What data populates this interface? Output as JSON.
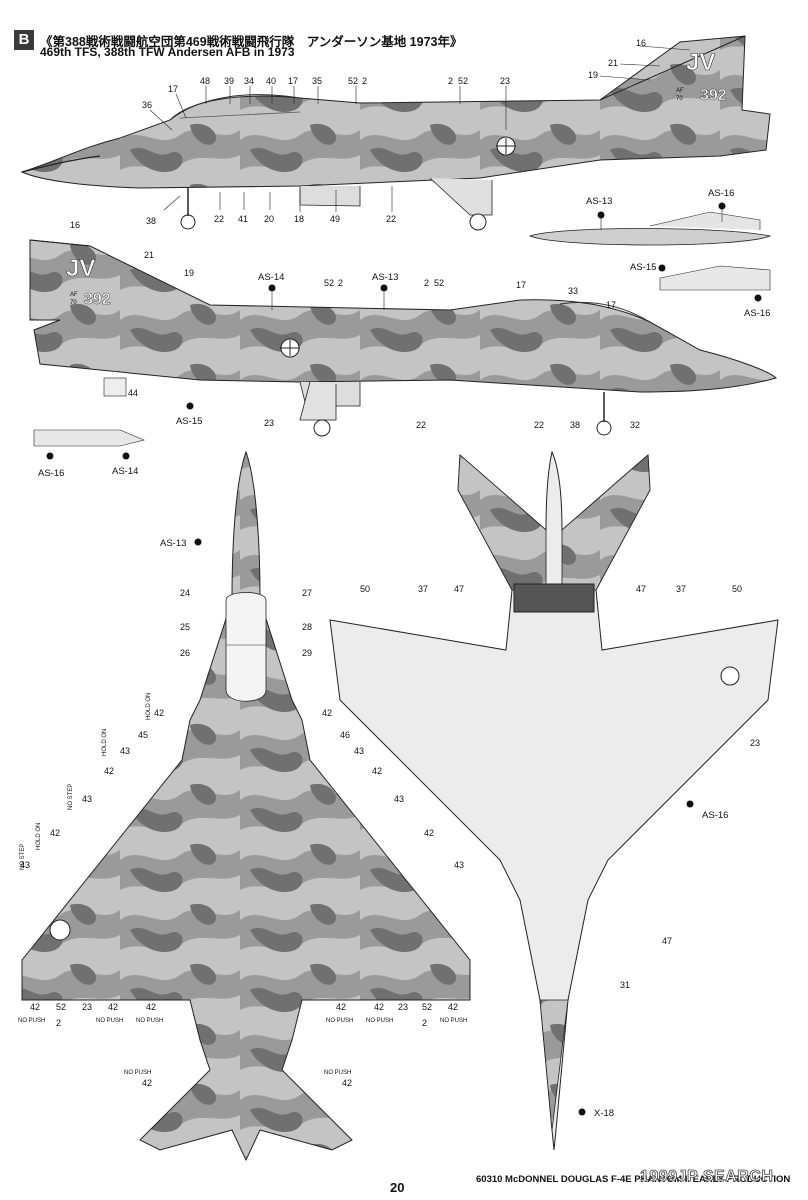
{
  "header": {
    "badge": "B",
    "title_jp": "《第388戦術戦闘航空団第469戦術戦闘飛行隊　アンダーソン基地 1973年》",
    "title_en": "469th TFS, 388th TFW  Andersen AFB in 1973"
  },
  "markings": {
    "tail_code": "JV",
    "serial": "392",
    "tail_af": "AF",
    "tail_year": "70"
  },
  "callouts": {
    "c2": "2",
    "c16": "16",
    "c17": "17",
    "c18": "18",
    "c19": "19",
    "c20": "20",
    "c21": "21",
    "c22": "22",
    "c23": "23",
    "c24": "24",
    "c25": "25",
    "c26": "26",
    "c27": "27",
    "c28": "28",
    "c29": "29",
    "c31": "31",
    "c32": "32",
    "c33": "33",
    "c34": "34",
    "c35": "35",
    "c36": "36",
    "c37": "37",
    "c38": "38",
    "c39": "39",
    "c40": "40",
    "c41": "41",
    "c42": "42",
    "c43": "43",
    "c44": "44",
    "c45": "45",
    "c46": "46",
    "c47": "47",
    "c48": "48",
    "c49": "49",
    "c50": "50",
    "c52": "52"
  },
  "stores": {
    "as13": "AS-13",
    "as14": "AS-14",
    "as15": "AS-15",
    "as16": "AS-16",
    "x18": "X-18"
  },
  "stencils": {
    "no_push": "NO PUSH",
    "no_step": "NO STEP",
    "hold_on": "HOLD ON"
  },
  "footer": {
    "page_number": "20",
    "product_line": "60310  McDONNEL DOUGLAS F-4E PHANTOM II EARLY PRODUCTION"
  },
  "watermark": "1999JP SEARCH",
  "colors": {
    "camo_light": "#c9c9c9",
    "camo_mid": "#9e9e9e",
    "camo_dark": "#6e6e6e",
    "underside": "#ececec",
    "outline": "#222222"
  }
}
